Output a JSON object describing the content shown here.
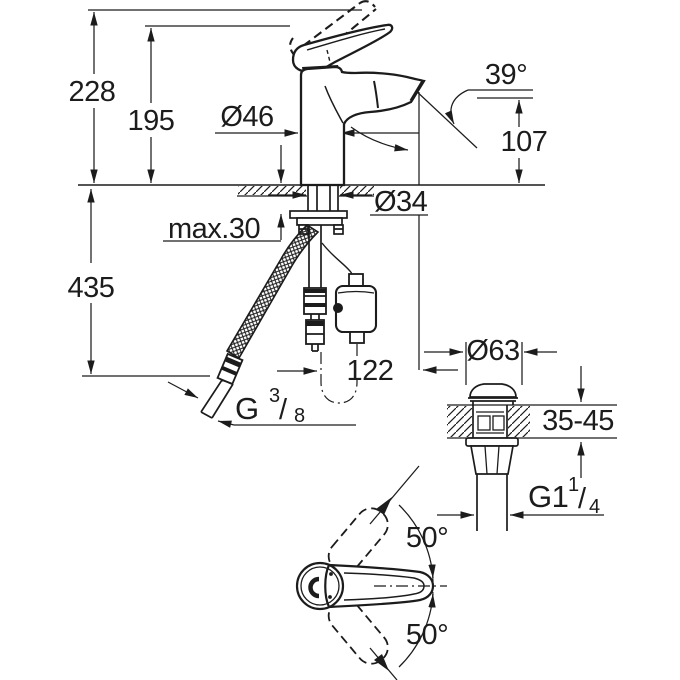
{
  "drawing": {
    "background": "#ffffff",
    "ink": "#1c1c1c",
    "views": {
      "side_view": "faucet side elevation with supply hoses",
      "drain_view": "pop-up waste cross-section",
      "top_view": "handle swivel top view"
    },
    "labels": {
      "height_total": "228",
      "height_to_spout_line": "195",
      "body_diameter": "Ø46",
      "spout_angle": "39°",
      "outlet_height": "107",
      "max_deck": "max.30",
      "shank_diameter": "Ø34",
      "hose_length": "435",
      "outlet_projection": "122",
      "supply_thread_g": "G",
      "supply_thread_num": "3",
      "supply_thread_slash": "/",
      "supply_thread_den": "8",
      "drain_cap_diameter": "Ø63",
      "drain_deck_thickness": "35-45",
      "drain_thread_g": "G1",
      "drain_thread_num": "1",
      "drain_thread_slash": "/",
      "drain_thread_den": "4",
      "handle_angle_up": "50°",
      "handle_angle_down": "50°"
    }
  }
}
